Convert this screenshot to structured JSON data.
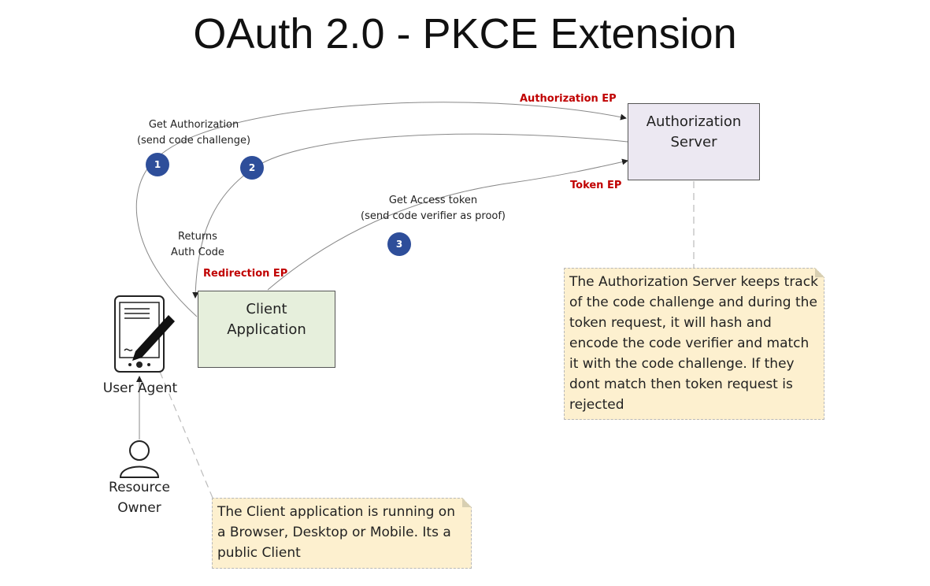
{
  "title": "OAuth 2.0 - PKCE Extension",
  "nodes": {
    "authorization_server": "Authorization\nServer",
    "client_application": "Client\nApplication",
    "user_agent": "User Agent",
    "resource_owner": "Resource\nOwner"
  },
  "steps": {
    "step1": {
      "number": "1",
      "label": "Get Authorization\n(send code challenge)"
    },
    "step2": {
      "number": "2",
      "label": "Returns\nAuth Code"
    },
    "step3": {
      "number": "3",
      "label": "Get Access token\n(send code verifier as proof)"
    }
  },
  "endpoints": {
    "authorization": "Authorization EP",
    "token": "Token EP",
    "redirection": "Redirection EP"
  },
  "notes": {
    "server_note": "The Authorization Server keeps track of the code challenge and during the token request, it will hash and encode the code verifier and match it with the code challenge. If they dont match then token request is rejected",
    "client_note": "The Client application is running on a Browser, Desktop or Mobile. Its a public Client"
  },
  "colors": {
    "endpoint_text": "#c00000",
    "step_badge": "#2e4e9a",
    "auth_server_fill": "#ece8f2",
    "client_fill": "#e6efdc",
    "note_fill": "#fdf0cf"
  }
}
